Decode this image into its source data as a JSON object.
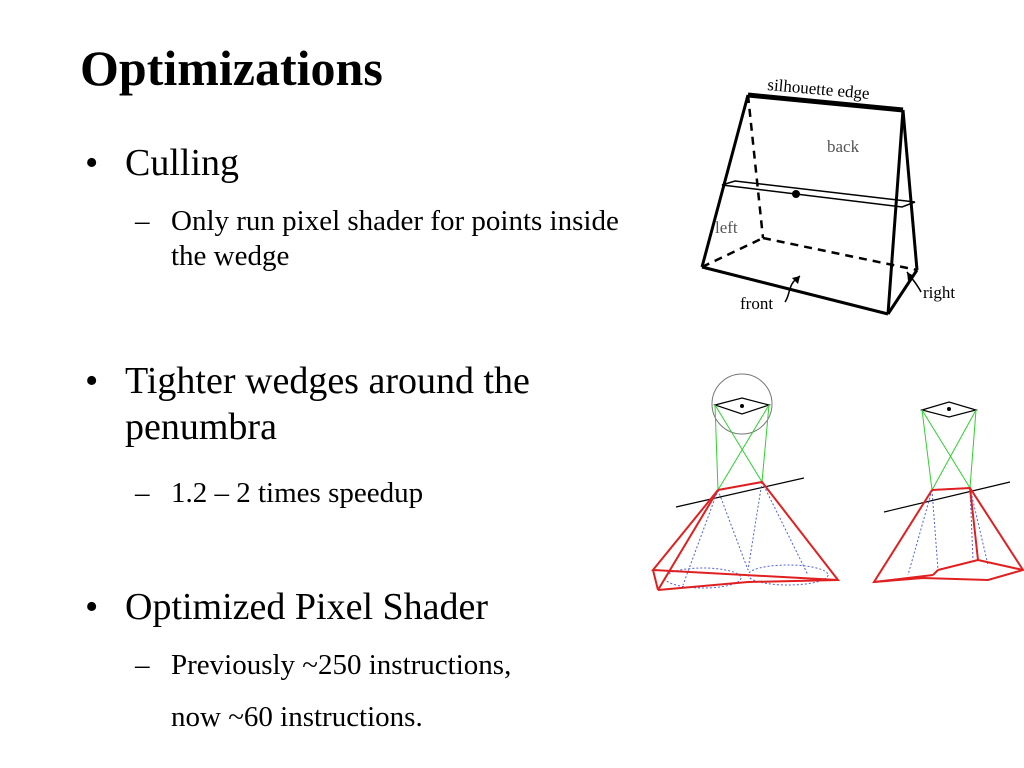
{
  "slide": {
    "title": "Optimizations"
  },
  "bullets": [
    {
      "text": "Culling",
      "sub": "Only run pixel shader for points inside the wedge"
    },
    {
      "text": "Tighter wedges around the penumbra",
      "sub": "1.2 – 2 times speedup"
    },
    {
      "text": "Optimized Pixel Shader",
      "sub": "Previously ~250 instructions,",
      "sub2": "now ~60 instructions."
    }
  ],
  "figure_wedge": {
    "silhouette_label": "silhouette edge",
    "back_label": "back",
    "left_label": "left",
    "right_label": "right",
    "front_label": "front"
  },
  "colors": {
    "wedge_red": "#e02020",
    "cone_green": "#30d030",
    "dotted_blue": "#5060e0"
  }
}
